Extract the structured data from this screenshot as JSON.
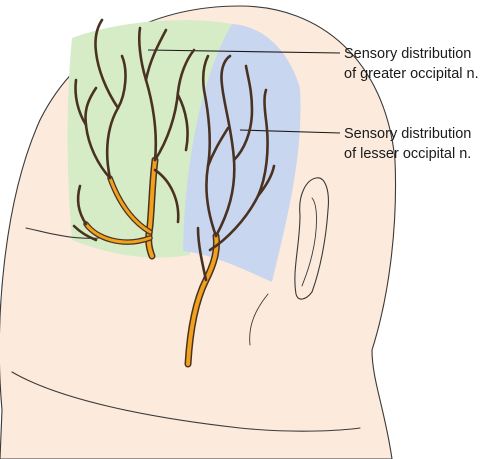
{
  "labels": {
    "greater": {
      "line1": "Sensory distribution",
      "line2": "of greater occipital n."
    },
    "lesser": {
      "line1": "Sensory distribution",
      "line2": "of lesser occipital n."
    }
  },
  "colors": {
    "skin": "#fcebdd",
    "greater_zone": "#d6ecc6",
    "lesser_zone": "#c9d6ef",
    "nerve_core": "#f2a11c",
    "nerve_casing": "#4a3222",
    "outline": "#3a3a3a"
  }
}
